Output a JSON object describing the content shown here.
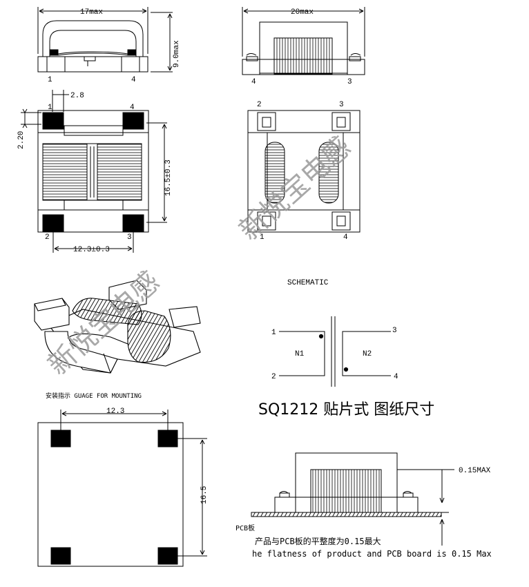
{
  "top_left_view": {
    "width_label": "17max",
    "height_label": "9.0max",
    "pin_left": "1",
    "pin_right": "4"
  },
  "top_right_view": {
    "width_label": "20max",
    "pin_left": "4",
    "pin_right": "3"
  },
  "mid_left_view": {
    "pin_tl": "1",
    "pin_tr": "4",
    "pin_bl": "2",
    "pin_br": "3",
    "pad_width": "2.8",
    "pad_offset": "2.20",
    "height_dim": "16.5±0.3",
    "width_dim": "12.3±0.3"
  },
  "mid_right_view": {
    "pin_tl": "2",
    "pin_tr": "3",
    "pin_bl": "1",
    "pin_br": "4"
  },
  "schematic": {
    "title": "SCHEMATIC",
    "pin1": "1",
    "pin2": "2",
    "pin3": "3",
    "pin4": "4",
    "winding1": "N1",
    "winding2": "N2"
  },
  "model_title": "SQ1212 贴片式 图纸尺寸",
  "mounting": {
    "label": "安装指示  GUAGE FOR MOUNTING",
    "width_dim": "12.3",
    "height_dim": "16.5"
  },
  "flatness": {
    "max_label": "0.15MAX",
    "pcb_label": "PCB板",
    "note_cn": "产品与PCB板的平整度为0.15最大",
    "note_en": "he flatness of product and PCB board is 0.15 Max"
  },
  "watermark": "新悦宝电感"
}
